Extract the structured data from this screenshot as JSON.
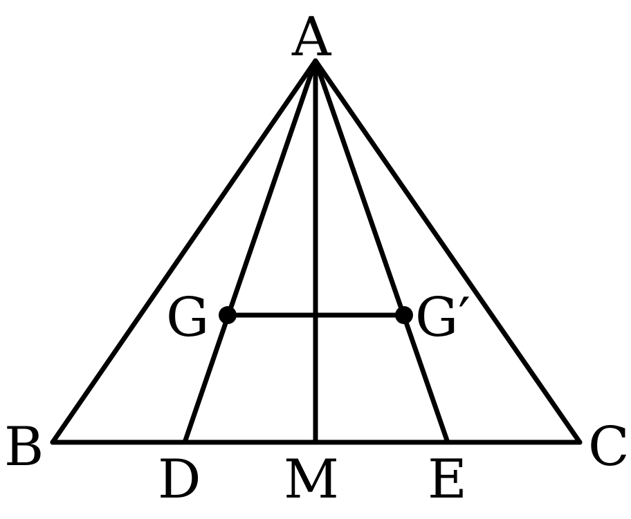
{
  "figure": {
    "labels": {
      "A": "A",
      "B": "B",
      "C": "C",
      "D": "D",
      "M": "M",
      "E": "E",
      "G": "G",
      "G_prime": "G′"
    },
    "line_color": "#000000",
    "background": "#ffffff"
  }
}
